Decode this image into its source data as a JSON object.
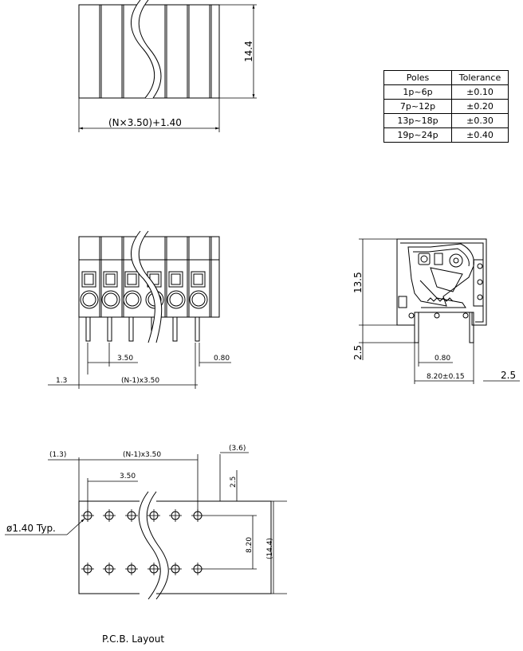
{
  "table": {
    "headers": [
      "Poles",
      "Tolerance"
    ],
    "rows": [
      [
        "1p~6p",
        "±0.10"
      ],
      [
        "7p~12p",
        "±0.20"
      ],
      [
        "13p~18p",
        "±0.30"
      ],
      [
        "19p~24p",
        "±0.40"
      ]
    ]
  },
  "top_view": {
    "width_dim": "(N×3.50)+1.40",
    "height_dim": "14.4"
  },
  "front_view": {
    "pitch_dim": "3.50",
    "pin_dim": "0.80",
    "offset_dim": "1.3",
    "span_dim": "(N-1)x3.50"
  },
  "side_view": {
    "height_dim": "13.5",
    "pin_len_dim": "2.5",
    "pin_dim": "0.80",
    "depth_dim": "8.20±0.15",
    "right_dim": "2.5"
  },
  "pcb": {
    "offset_dim": "(1.3)",
    "span_dim": "(N-1)x3.50",
    "right_dim": "(3.6)",
    "pitch_dim": "3.50",
    "top_dim": "2.5",
    "hole_dim": "ø1.40 Typ.",
    "row_dim": "8.20",
    "height_dim": "(14.4)",
    "caption": "P.C.B. Layout"
  }
}
